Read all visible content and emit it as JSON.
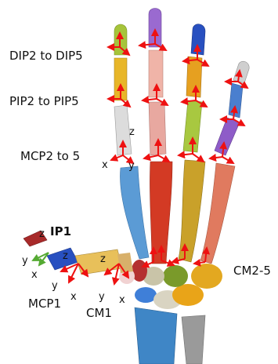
{
  "labels": {
    "dip": "DIP2 to DIP5",
    "pip": "PIP2 to PIP5",
    "mcp": "MCP2 to 5",
    "ip1": "IP1",
    "mcp1": "MCP1",
    "cm1": "CM1",
    "cm25": "CM2-5"
  },
  "axes": {
    "mcp_z": "z",
    "mcp_x": "x",
    "mcp_y": "y",
    "ip_z": "z",
    "ip_y": "y",
    "ip_x": "x",
    "mcp1_z": "z",
    "mcp1_y": "y",
    "mcp1_x": "x",
    "cm1_z": "z",
    "cm1_y": "y",
    "cm1_x": "x"
  },
  "colors": {
    "arrow": "#ee1111",
    "axis_green": "#55aa33"
  }
}
